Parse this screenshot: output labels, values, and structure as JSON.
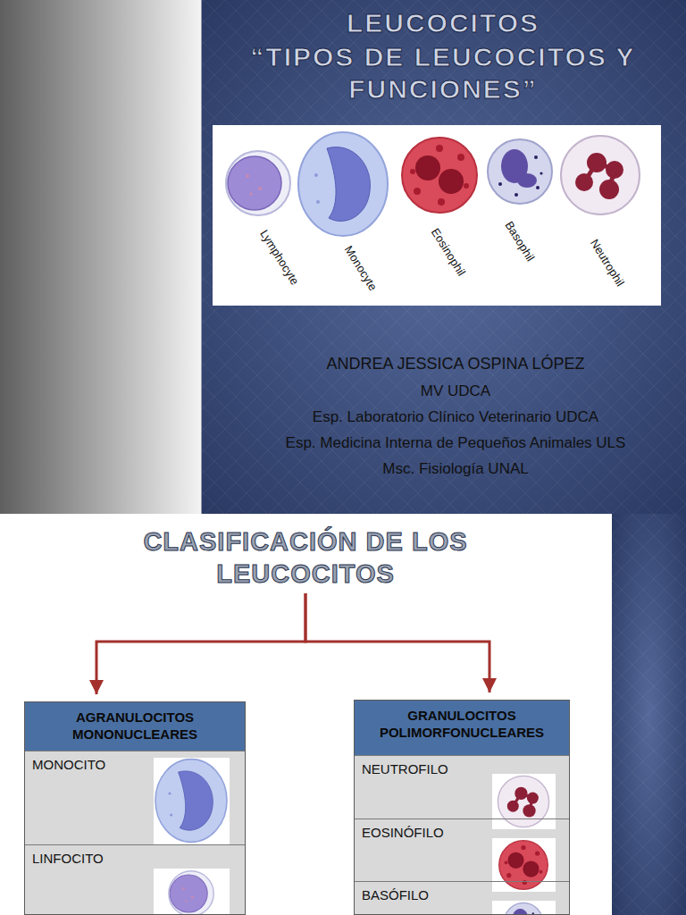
{
  "diagram": {
    "title": "LEUCOCITOS",
    "nodes": [
      {
        "text": [
          "CLASIFICACIÓN DE LOS LEUCOCITOS"
        ]
      },
      {
        "text": [
          "AGRANULOCITOS MONONUCLEARES"
        ]
      },
      {
        "text": [
          "MONOCITO"
        ],
        "in": 1
      },
      {
        "text": [
          "LINFOCITO"
        ],
        "in": 1
      },
      {
        "text": [
          "GRANULOCITOS POLIMORFONUCLEARES"
        ]
      },
      {
        "text": [
          "NEUTROFILO"
        ],
        "in": 4
      },
      {
        "text": [
          "EOSINÓFILO"
        ],
        "in": 4
      },
      {
        "text": [
          "BASÓFILO"
        ],
        "in": 4
      }
    ],
    "edges": [
      {
        "from": 0,
        "to": 1,
        "arrow": "to"
      },
      {
        "from": 0,
        "to": 4,
        "arrow": "to"
      }
    ],
    "labels": [
      "“TIPOS DE LEUCOCITOS Y FUNCIONES”",
      "Lymphocyte",
      "Monocyte",
      "Eosinophil",
      "Basophil",
      "Neutrophil",
      "ANDREA JESSICA OSPINA LÓPEZ",
      "MV UDCA",
      "Esp. Laboratorio Clínico Veterinario UDCA",
      "Esp. Medicina Interna de Pequeños Animales ULS",
      "Msc. Fisiología UNAL"
    ]
  }
}
